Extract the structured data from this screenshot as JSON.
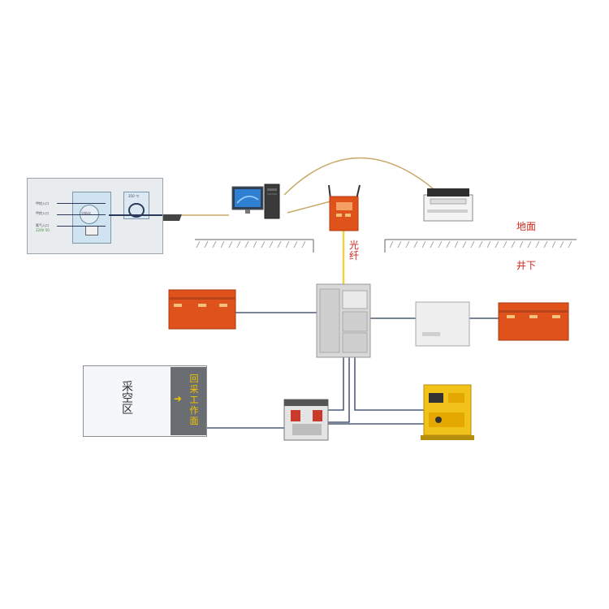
{
  "labels": {
    "surface": "地面",
    "underground": "井下",
    "fiber": "光纤",
    "goaf": "采空区",
    "working_face": "回采工作面"
  },
  "station_panel": {
    "line1": "甲烷入口",
    "line2": "甲烷入口",
    "line3": "氧气入口",
    "line4": "220V 50",
    "temp": "350 ℃",
    "center": "分析仪"
  },
  "colors": {
    "label_red": "#d0281e",
    "explosion_box": "#e0521c",
    "fiber_yellow": "#f3d04a",
    "surface_cable": "#c8a86a",
    "underground_cable": "#2b3a5a",
    "switch_yellow": "#f1c21a"
  },
  "icons": [
    "station-panel-icon",
    "computer-icon",
    "monitor-icon",
    "server-tower-icon",
    "keyboard-icon",
    "wireless-station-icon",
    "antenna-icon",
    "printer-icon",
    "explosion-proof-box-icon",
    "control-cabinet-icon",
    "power-supply-box-icon",
    "pump-unit-icon",
    "mining-switch-icon",
    "arrow-right-icon"
  ]
}
